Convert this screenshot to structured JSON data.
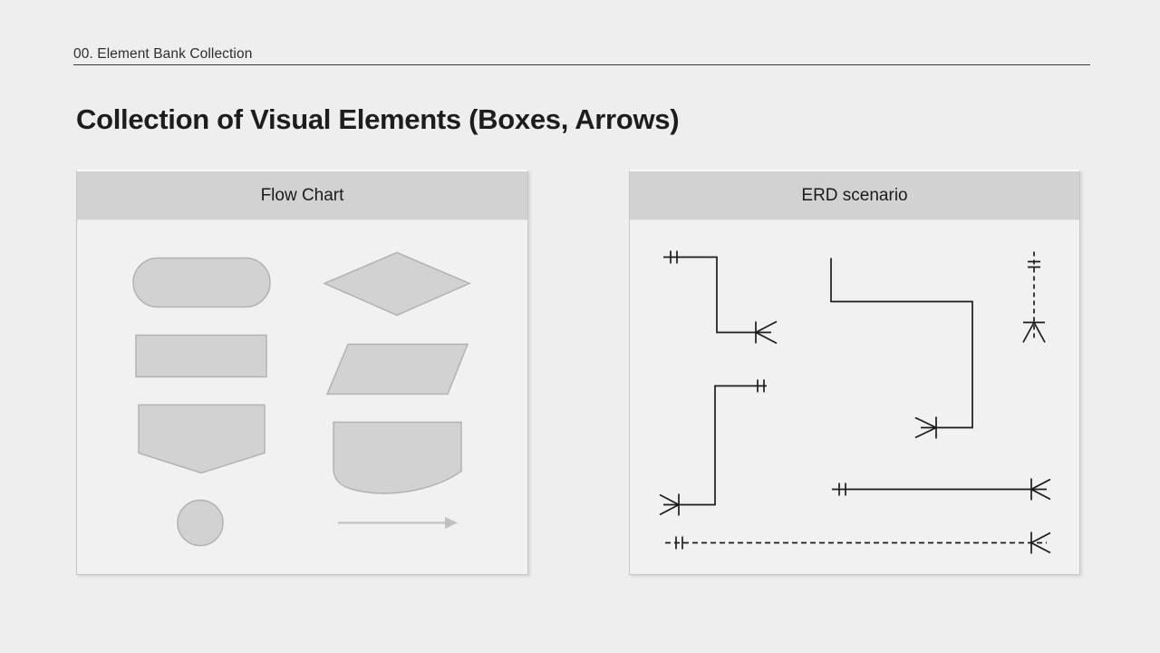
{
  "page": {
    "eyebrow": "00. Element Bank Collection",
    "title": "Collection of Visual Elements (Boxes, Arrows)"
  },
  "panels": {
    "flow_chart": {
      "title": "Flow Chart",
      "shapes": [
        "terminator-stadium",
        "decision-diamond",
        "process-rectangle",
        "data-parallelogram",
        "offpage-connector-pentagon",
        "document-wave-rectangle",
        "connector-circle",
        "gray-right-arrow"
      ]
    },
    "erd": {
      "title": "ERD scenario",
      "connectors": [
        "elbow-solid one-and-only-one to one-or-many (right crow-foot)",
        "elbow-solid plain-end to one-or-many (left crow-foot)",
        "vertical-dashed one-and-only-one to one-or-many (down crow-foot)",
        "elbow-solid one-and-only-one to one-or-many (left crow-foot)",
        "straight-solid one-and-only-one to one-or-many (right crow-foot)",
        "straight-dashed one-and-only-one to one-or-many (right crow-foot)"
      ]
    }
  },
  "colors": {
    "page_bg": "#eeeeee",
    "panel_header_bg": "#d2d2d2",
    "panel_body_bg": "#f1f1f1",
    "shape_fill": "#d2d2d2",
    "shape_stroke": "#b2b2b2",
    "connector_line": "#1c1c1c",
    "gray_arrow": "#c0c0c0",
    "rule": "#3a3a3a"
  }
}
